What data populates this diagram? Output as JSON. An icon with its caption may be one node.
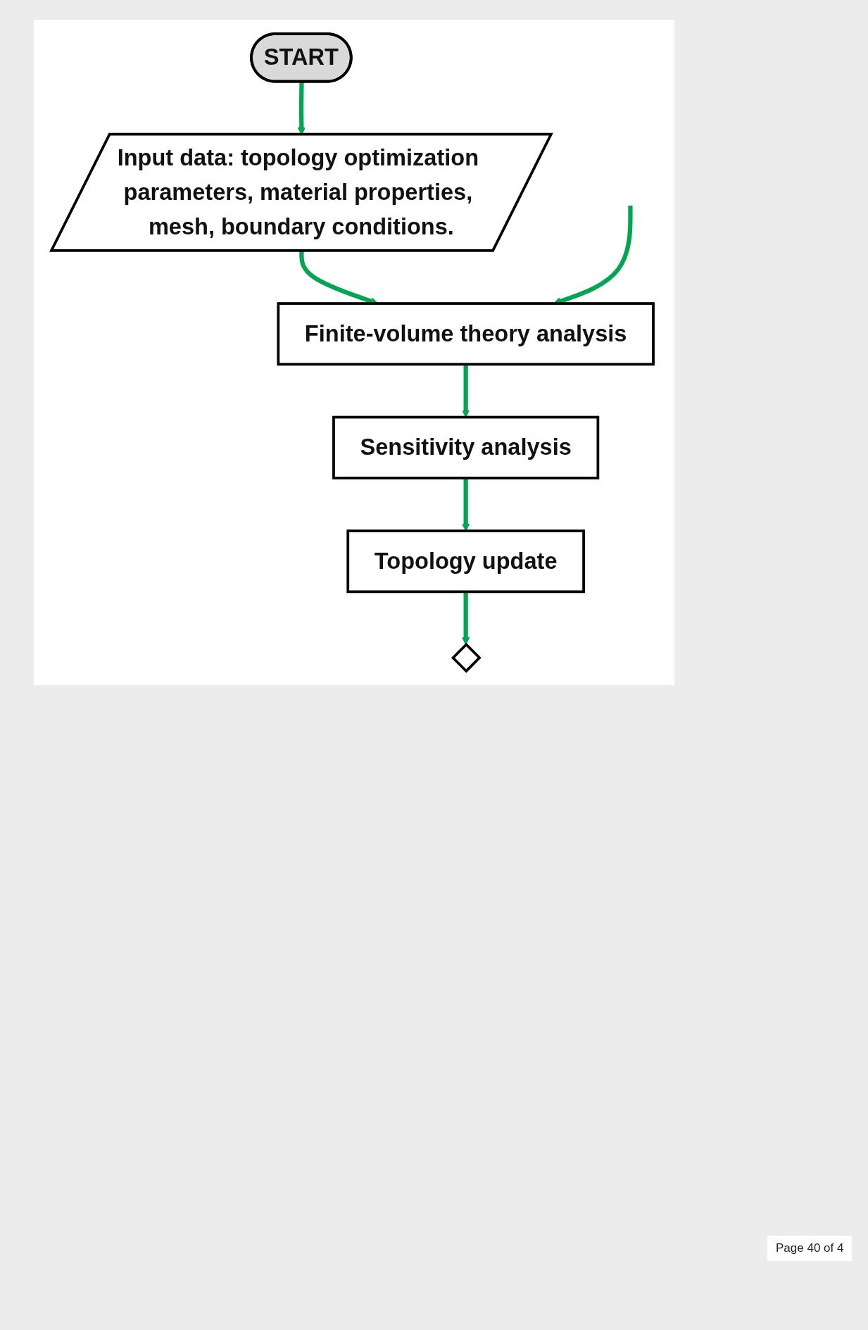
{
  "diagram": {
    "nodes": [
      {
        "text": [
          "START"
        ]
      },
      {
        "text": [
          "Input data: topology optimization parameters, material properties, mesh, boundary conditions."
        ]
      },
      {
        "text": [
          "Finite-volume theory analysis"
        ]
      },
      {
        "text": [
          "Sensitivity analysis"
        ]
      },
      {
        "text": [
          "Topology update"
        ]
      },
      {
        "text": [],
        "shape": "diamond"
      }
    ],
    "edges": [
      {
        "from": 0,
        "to": 1,
        "arrow": "to"
      },
      {
        "from": 1,
        "to": 2,
        "arrow": "to"
      },
      {
        "from": 2,
        "to": 3,
        "arrow": "to"
      },
      {
        "from": 3,
        "to": 4,
        "arrow": "to"
      },
      {
        "from": 4,
        "to": 5,
        "arrow": "to"
      },
      {
        "from": null,
        "to": 2,
        "arrow": "to"
      }
    ],
    "labels": [
      "Page 40 of 4"
    ]
  }
}
